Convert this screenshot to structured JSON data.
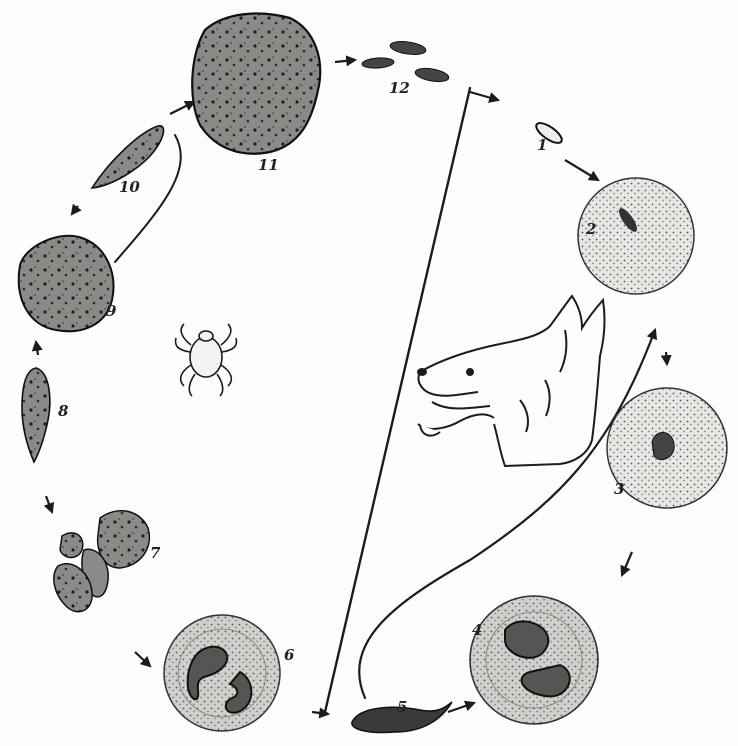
{
  "diagram": {
    "stage_labels": [
      "1",
      "2",
      "3",
      "4",
      "5",
      "6",
      "7",
      "8",
      "9",
      "10",
      "11",
      "12"
    ],
    "hosts": [
      "tick-icon",
      "dog-head-icon"
    ],
    "colors": {
      "ink": "#1c1c1c",
      "cell_fill": "#e6e6e3",
      "leukocyte_ring": "#cfcfcb",
      "parasite_fill": "#555555"
    }
  }
}
